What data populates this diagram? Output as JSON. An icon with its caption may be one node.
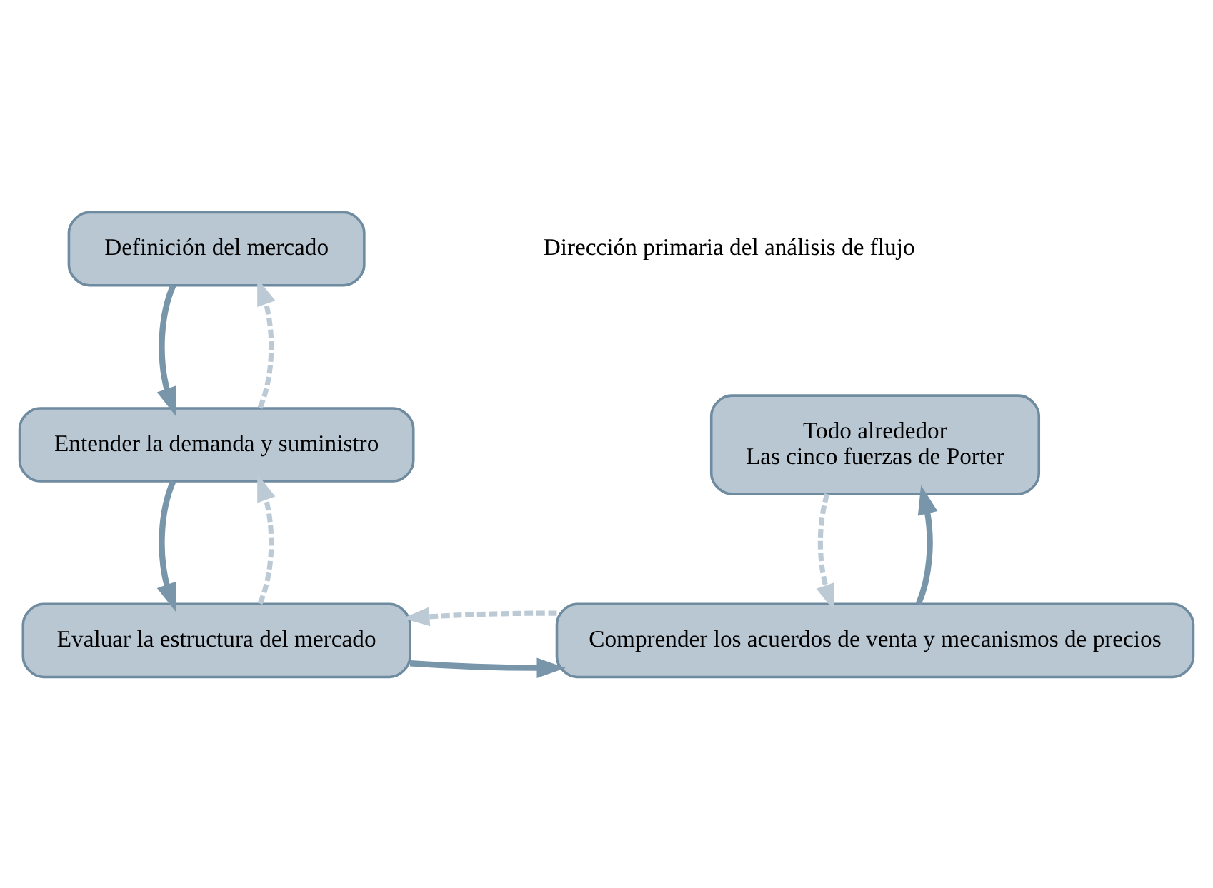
{
  "diagram": {
    "nodes": [
      {
        "text": [
          "Definición del mercado"
        ]
      },
      {
        "text": [
          "Entender la demanda y suministro"
        ]
      },
      {
        "text": [
          "Evaluar la estructura del mercado"
        ]
      },
      {
        "text": [
          "Comprender los acuerdos de venta y mecanismos de precios"
        ]
      },
      {
        "text": [
          "Todo alrededor",
          "Las cinco fuerzas de Porter"
        ]
      }
    ],
    "edges": [
      {
        "from": 0,
        "to": 1,
        "arrow": "to"
      },
      {
        "from": 1,
        "to": 0,
        "arrow": "to",
        "style": "dashed",
        "color": "#bccad6"
      },
      {
        "from": 1,
        "to": 2,
        "arrow": "to"
      },
      {
        "from": 2,
        "to": 1,
        "arrow": "to",
        "style": "dashed",
        "color": "#bccad6"
      },
      {
        "from": 2,
        "to": 3,
        "arrow": "to"
      },
      {
        "from": 3,
        "to": 2,
        "arrow": "to",
        "style": "dashed",
        "color": "#bccad6"
      },
      {
        "from": 3,
        "to": 4,
        "arrow": "to"
      },
      {
        "from": 4,
        "to": 3,
        "arrow": "to",
        "style": "dashed",
        "color": "#bccad6"
      }
    ],
    "labels": [
      "Dirección primaria del análisis de flujo"
    ]
  }
}
